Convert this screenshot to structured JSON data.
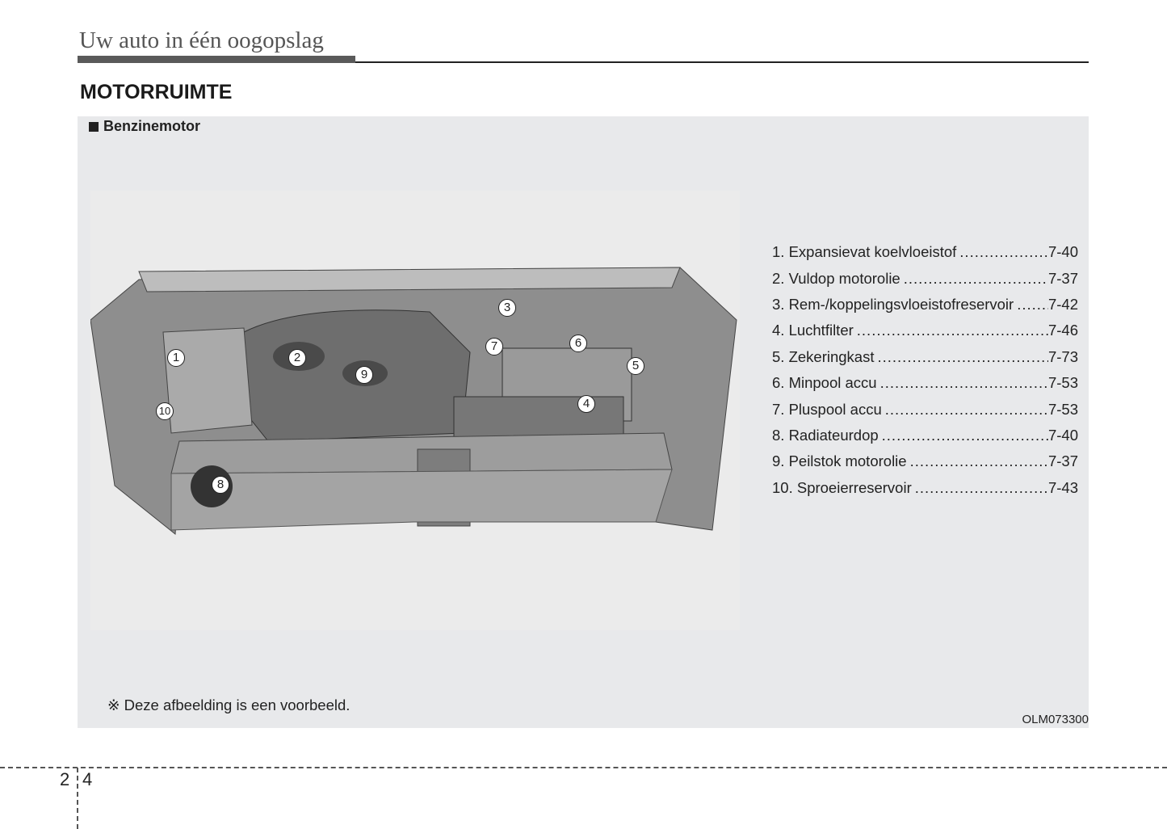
{
  "header": {
    "chapter_title": "Uw auto in één oogopslag"
  },
  "section_title": "MOTORRUIMTE",
  "subsection": "Benzinemotor",
  "callouts": [
    "1",
    "2",
    "3",
    "4",
    "5",
    "6",
    "7",
    "8",
    "9",
    "10"
  ],
  "components": [
    {
      "label": "1. Expansievat koelvloeistof",
      "page": "7-40"
    },
    {
      "label": "2. Vuldop motorolie",
      "page": "7-37"
    },
    {
      "label": "3. Rem-/koppelingsvloeistofreservoir",
      "page": "7-42"
    },
    {
      "label": "4. Luchtfilter",
      "page": "7-46"
    },
    {
      "label": "5. Zekeringkast",
      "page": "7-73"
    },
    {
      "label": "6. Minpool accu",
      "page": "7-53"
    },
    {
      "label": "7. Pluspool accu",
      "page": "7-53"
    },
    {
      "label": "8. Radiateurdop",
      "page": "7-40"
    },
    {
      "label": "9. Peilstok motorolie",
      "page": "7-37"
    },
    {
      "label": "10. Sproeierreservoir",
      "page": "7-43"
    }
  ],
  "note": "※ Deze afbeelding is een voorbeeld.",
  "image_code": "OLM073300",
  "footer": {
    "chapter_number": "2",
    "page_number": "4"
  }
}
